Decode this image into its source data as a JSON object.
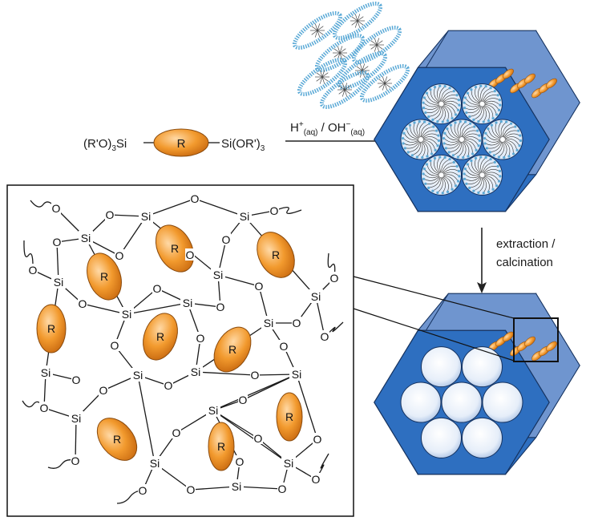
{
  "precursor": {
    "left_group": "(R'O)",
    "left_sub": "3",
    "left_si": "Si",
    "organic_group": "R",
    "right_group": "Si(OR')",
    "right_sub": "3"
  },
  "reaction": {
    "catalyst_acid": "H",
    "acid_sup": "+",
    "acid_phase": "(aq)",
    "separator": " / ",
    "catalyst_base": "OH",
    "base_sup": "−",
    "base_phase": "(aq)"
  },
  "removal_step": {
    "line1": "extraction /",
    "line2": "calcination"
  },
  "network": {
    "si_label": "Si",
    "o_label": "O",
    "r_label": "R"
  },
  "colors": {
    "organic_fill": "#f29a2e",
    "silica_blue": "#2e6fc0",
    "silica_top": "#6f95cf",
    "pore_light": "#eef4fb"
  }
}
